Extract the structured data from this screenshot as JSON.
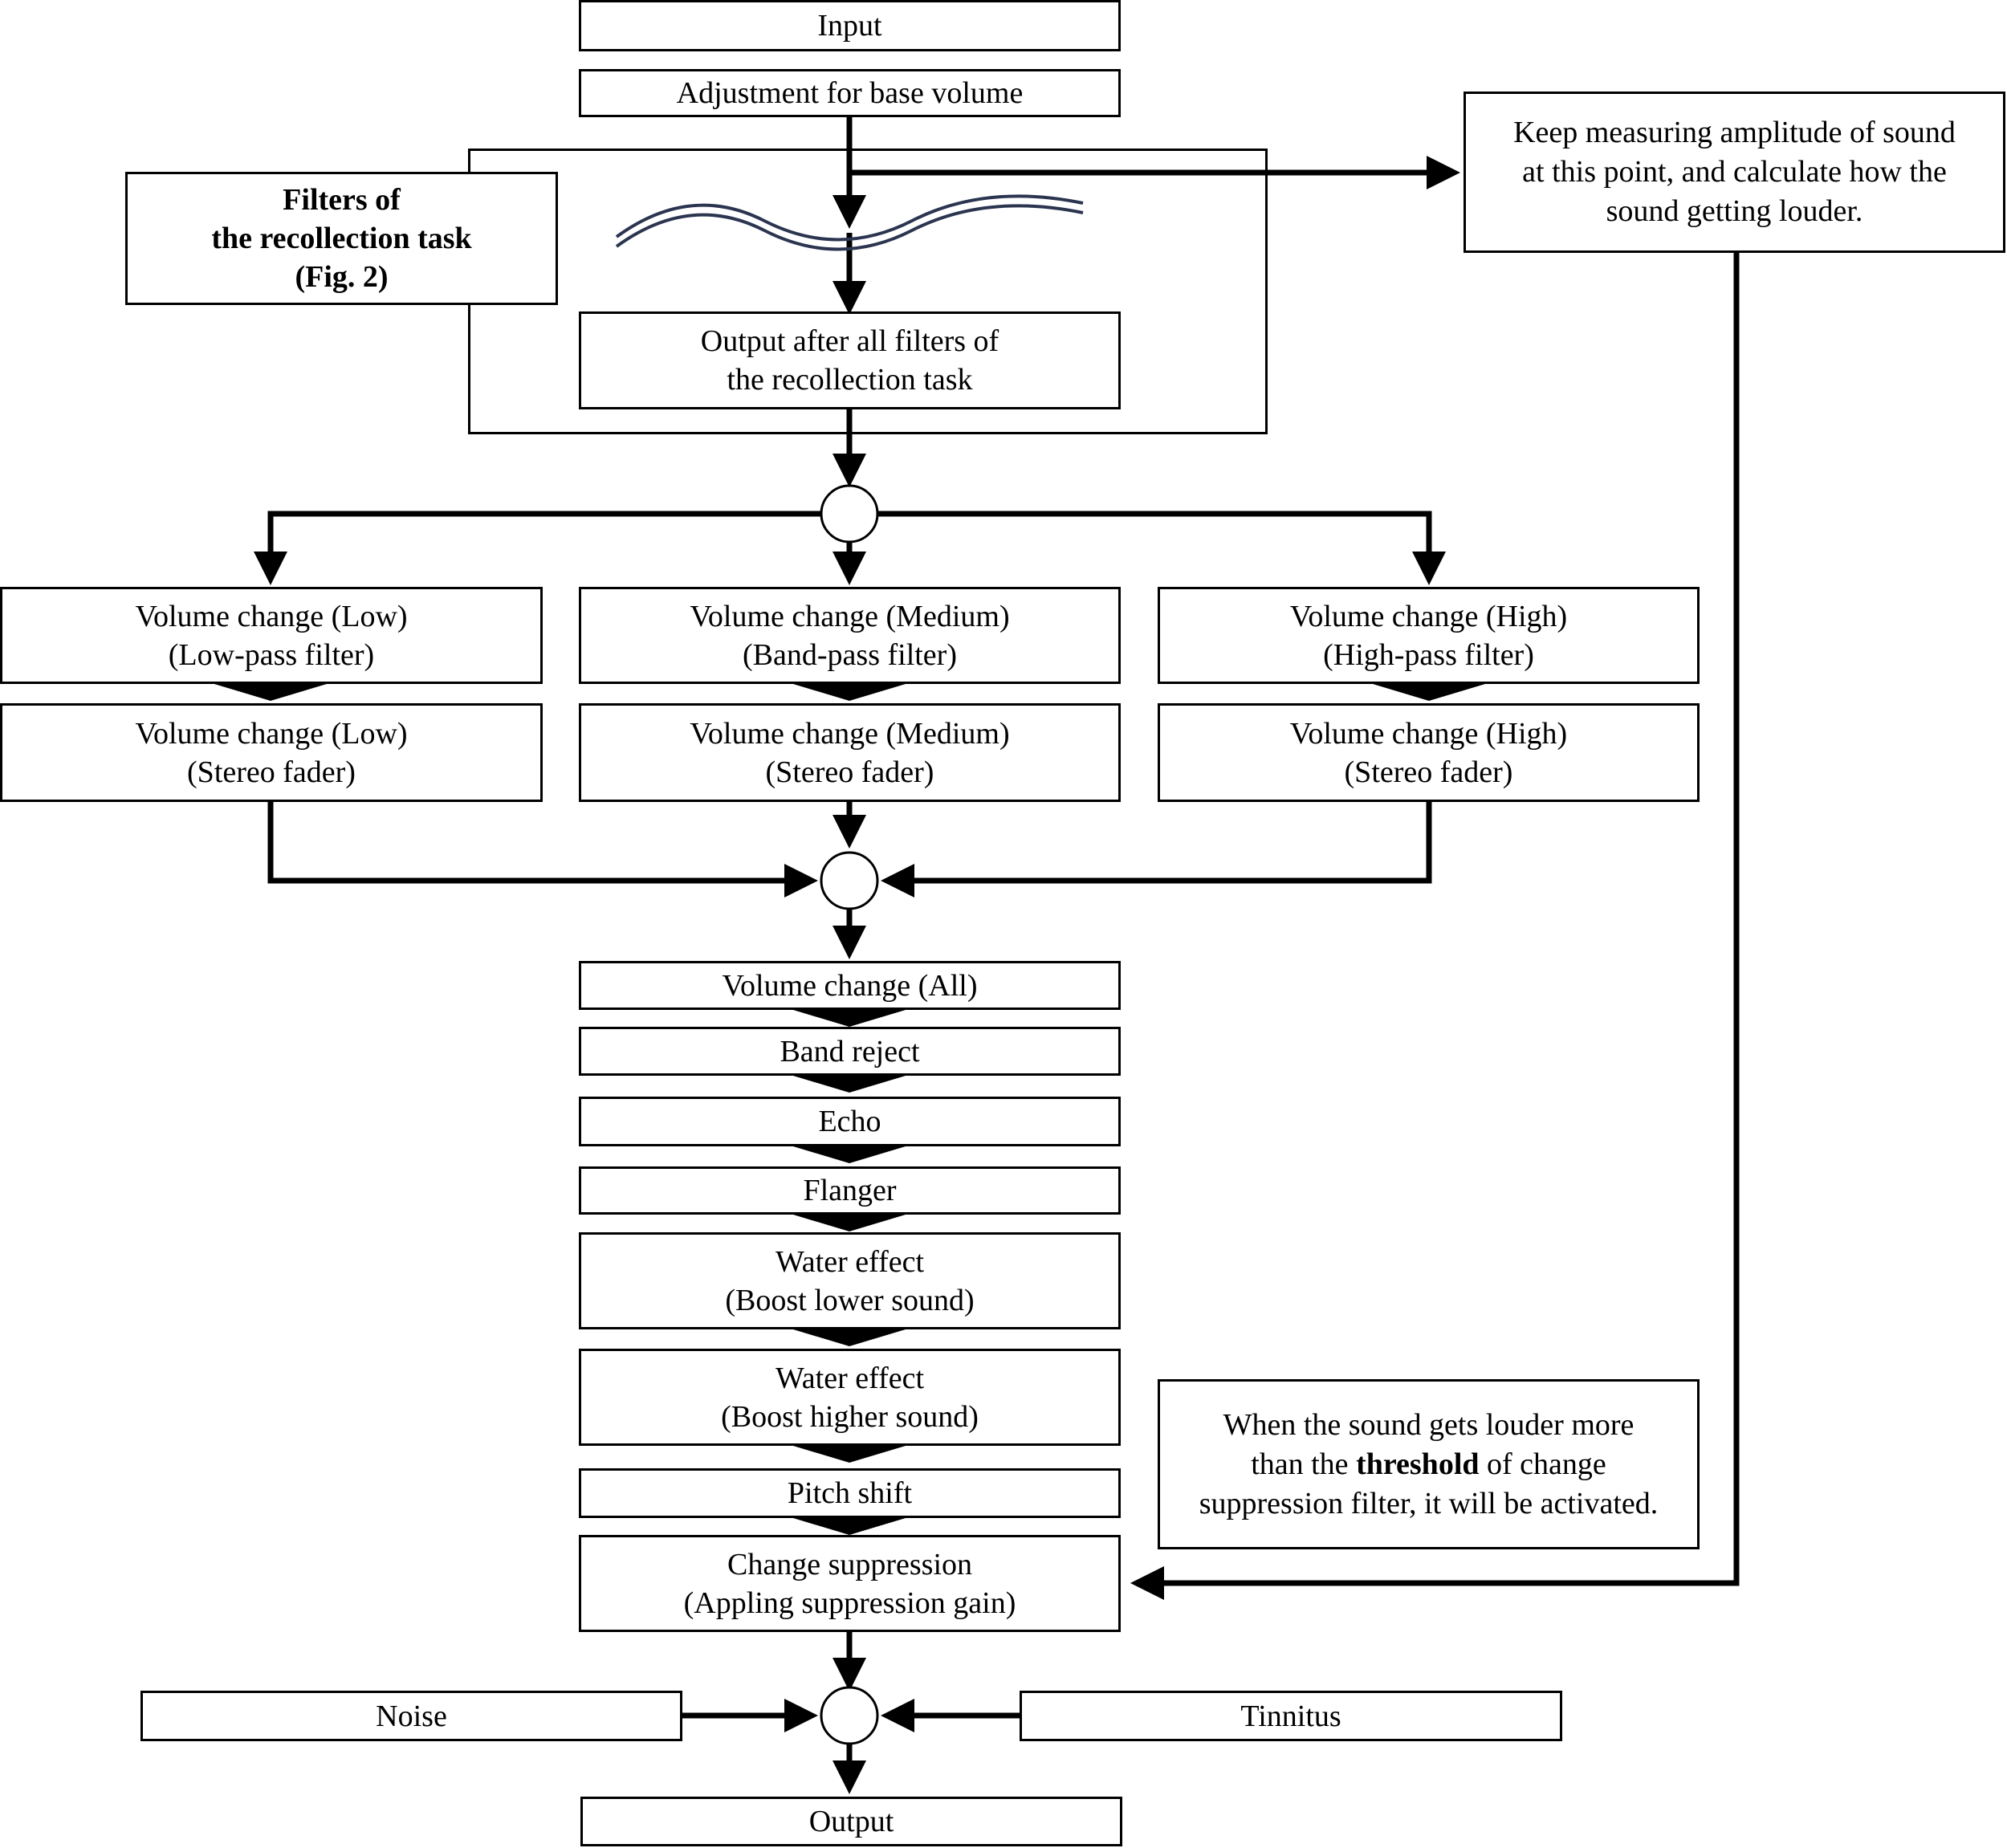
{
  "input": "Input",
  "base_volume": "Adjustment for base volume",
  "filters_group": {
    "line1": "Filters of",
    "line2": "the recollection task",
    "line3": "(Fig. 2)"
  },
  "output_after_filters": {
    "line1": "Output after all filters of",
    "line2": "the recollection task"
  },
  "measure_note": {
    "line1": "Keep measuring amplitude of sound",
    "line2": "at this point, and calculate how the",
    "line3": "sound getting louder."
  },
  "branches": {
    "low": {
      "filter_line1": "Volume change (Low)",
      "filter_line2": "(Low-pass filter)",
      "fader_line1": "Volume change (Low)",
      "fader_line2": "(Stereo fader)"
    },
    "medium": {
      "filter_line1": "Volume change (Medium)",
      "filter_line2": "(Band-pass filter)",
      "fader_line1": "Volume change (Medium)",
      "fader_line2": "(Stereo fader)"
    },
    "high": {
      "filter_line1": "Volume change (High)",
      "filter_line2": "(High-pass filter)",
      "fader_line1": "Volume change (High)",
      "fader_line2": "(Stereo fader)"
    }
  },
  "chain": {
    "volume_all": "Volume change (All)",
    "band_reject": "Band reject",
    "echo": "Echo",
    "flanger": "Flanger",
    "water_lower_line1": "Water effect",
    "water_lower_line2": "(Boost lower sound)",
    "water_higher_line1": "Water effect",
    "water_higher_line2": "(Boost higher sound)",
    "pitch_shift": "Pitch shift",
    "change_suppression_line1": "Change suppression",
    "change_suppression_line2": "(Appling suppression gain)"
  },
  "threshold_note": {
    "line1": "When the sound gets louder more",
    "line2_pre": "than the ",
    "line2_bold": "threshold",
    "line2_post": " of change",
    "line3": "suppression filter, it will be activated."
  },
  "noise": "Noise",
  "tinnitus": "Tinnitus",
  "output": "Output",
  "colors": {
    "lines": "#000000",
    "wave": "#2b3550"
  }
}
